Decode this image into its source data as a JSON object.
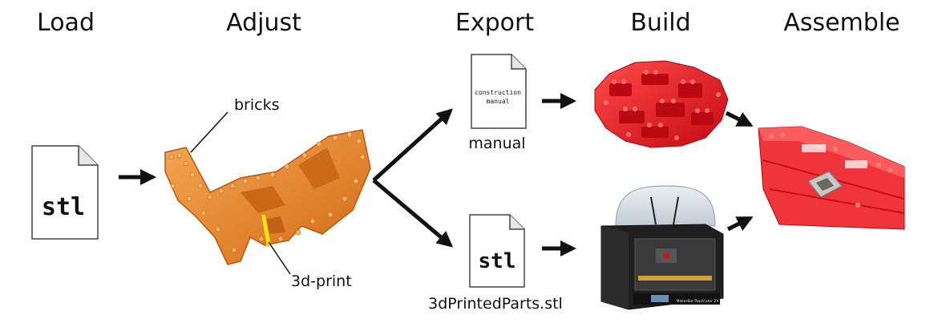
{
  "stages": {
    "load": "Load",
    "adjust": "Adjust",
    "export": "Export",
    "build": "Build",
    "assemble": "Assemble"
  },
  "load_file": {
    "ext": "stl"
  },
  "adjust_labels": {
    "bricks": "bricks",
    "print": "3d-print"
  },
  "export_manual": {
    "line1": "construction",
    "line2": "manual",
    "caption": "manual"
  },
  "export_stl": {
    "ext": "stl",
    "caption": "3dPrintedParts.stl"
  },
  "printer": {
    "brand": "MakerBot Replicator 2X"
  },
  "colors": {
    "brick_orange": "#f08a2c",
    "brick_red": "#e3121b",
    "printer_body": "#1f1f1f"
  }
}
